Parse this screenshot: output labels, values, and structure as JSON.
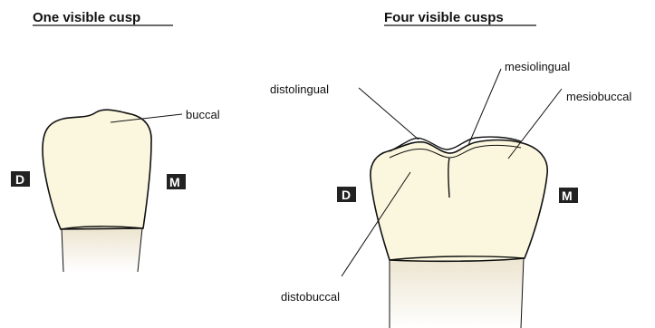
{
  "left_panel": {
    "title": "One visible cusp",
    "labels": {
      "buccal": "buccal"
    },
    "badges": {
      "distal": "D",
      "mesial": "M"
    }
  },
  "right_panel": {
    "title": "Four visible cusps",
    "labels": {
      "mesiolingual": "mesiolingual",
      "distolingual": "distolingual",
      "mesiobuccal": "mesiobuccal",
      "distobuccal": "distobuccal"
    },
    "badges": {
      "distal": "D",
      "mesial": "M"
    }
  },
  "colors": {
    "crown": "#fbf7de",
    "root_top": "#f1ebd7",
    "root_bottom": "#ffffff",
    "outline": "#111111",
    "badge": "#222222"
  }
}
